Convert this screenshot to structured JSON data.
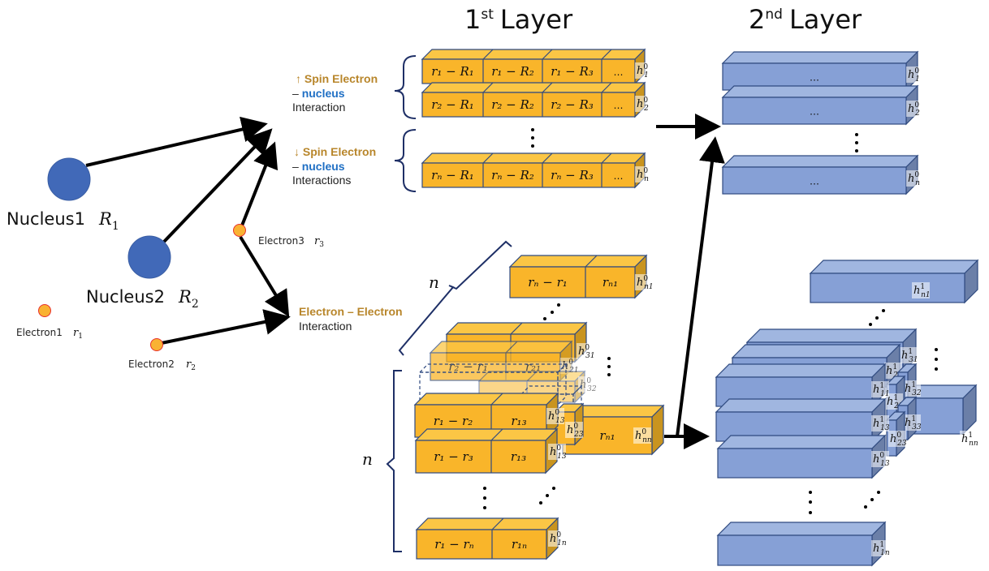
{
  "titles": {
    "layer1_num": "1",
    "layer1_sup": "st",
    "layer1_word": "Layer",
    "layer2_num": "2",
    "layer2_sup": "nd",
    "layer2_word": "Layer"
  },
  "particles": {
    "nucleus1": {
      "label": "Nucleus1",
      "symbol": "R",
      "sub": "1",
      "color": "#4169b8"
    },
    "nucleus2": {
      "label": "Nucleus2",
      "symbol": "R",
      "sub": "2",
      "color": "#4169b8"
    },
    "electron1": {
      "label": "Electron1",
      "symbol": "r",
      "sub": "1",
      "color": "#f9b233"
    },
    "electron2": {
      "label": "Electron2",
      "symbol": "r",
      "sub": "2",
      "color": "#f9b233"
    },
    "electron3": {
      "label": "Electron3",
      "symbol": "r",
      "sub": "3",
      "color": "#f9b233"
    }
  },
  "interactions": {
    "up_spin": {
      "line1": "↑ Spin Electron",
      "dash": "– ",
      "line2": "nucleus",
      "line3": "Interaction"
    },
    "down_spin": {
      "line1": "↓ Spin Electron",
      "dash": "– ",
      "line2": "nucleus",
      "line3": "Interactions"
    },
    "ee": {
      "line1": "Electron – Electron",
      "line2": "Interaction"
    }
  },
  "layer1_en": {
    "rows": [
      {
        "cells": [
          "r₁ − R₁",
          "r₁ − R₂",
          "r₁ − R₃",
          "…"
        ],
        "h": "h",
        "hsup": "0",
        "hsub": "1"
      },
      {
        "cells": [
          "r₂ − R₁",
          "r₂ − R₂",
          "r₂ − R₃",
          "…"
        ],
        "h": "h",
        "hsup": "0",
        "hsub": "2"
      },
      {
        "cells": [
          "rₙ − R₁",
          "rₙ − R₂",
          "rₙ − R₃",
          "…"
        ],
        "h": "h",
        "hsup": "0",
        "hsub": "n"
      }
    ]
  },
  "layer1_ee": {
    "n_label": "n",
    "boxes": {
      "n1": {
        "cells": [
          "rₙ − r₁",
          "rₙ₁"
        ],
        "hsup": "0",
        "hsub": "n1"
      },
      "b31": {
        "cells": [
          "",
          ""
        ],
        "hsup": "0",
        "hsub": "31"
      },
      "b21": {
        "cells": [
          "r₂ − r₁",
          "r₂₁"
        ],
        "hsup": "0",
        "hsub": "21"
      },
      "b32": {
        "cells": [
          "",
          ""
        ],
        "hsup": "0",
        "hsub": "32"
      },
      "b12": {
        "cells": [
          "r₁ − r₂",
          "r₁₃"
        ],
        "hsup": "0",
        "hsub": "13"
      },
      "b23": {
        "cells": [
          ""
        ],
        "hsup": "0",
        "hsub": "23"
      },
      "bnn": {
        "cells": [
          "rₙ₁"
        ],
        "hsup": "0",
        "hsub": "nn"
      },
      "b13": {
        "cells": [
          "r₁ − r₃",
          "r₁₃"
        ],
        "hsup": "0",
        "hsub": "13"
      },
      "b1n": {
        "cells": [
          "r₁ − rₙ",
          "r₁ₙ"
        ],
        "hsup": "0",
        "hsub": "1n"
      }
    }
  },
  "layer2_en": {
    "rows": [
      {
        "cell": "…",
        "hsup": "0",
        "hsub": "1"
      },
      {
        "cell": "…",
        "hsup": "0",
        "hsub": "2"
      },
      {
        "cell": "…",
        "hsup": "0",
        "hsub": "n"
      }
    ]
  },
  "layer2_ee": {
    "boxes": {
      "n1": {
        "hsup": "1",
        "hsub": "n1"
      },
      "b31": {
        "hsup": "1",
        "hsub": "31"
      },
      "b21": {
        "hsup": "1",
        "hsub": "21"
      },
      "b11": {
        "hsup": "1",
        "hsub": "11"
      },
      "b32": {
        "hsup": "1",
        "hsub": "32"
      },
      "b22": {
        "hsup": "1",
        "hsub": "22"
      },
      "b13": {
        "hsup": "1",
        "hsub": "13"
      },
      "b33": {
        "hsup": "1",
        "hsub": "33"
      },
      "b23": {
        "hsup": "0",
        "hsub": "23"
      },
      "bnn": {
        "hsup": "1",
        "hsub": "nn"
      },
      "b13b": {
        "hsup": "0",
        "hsub": "13"
      },
      "b1n": {
        "hsup": "1",
        "hsub": "1n"
      }
    }
  },
  "colors": {
    "gold_front": "#f9b52a",
    "gold_top": "#fbc645",
    "gold_side": "#c9941f",
    "blue_front": "#86a0d6",
    "blue_top": "#a0b6e0",
    "blue_side": "#6b7fa8",
    "edge": "#2f4a80",
    "accent_gold": "#b8862b",
    "accent_blue": "#1f6fc4"
  }
}
